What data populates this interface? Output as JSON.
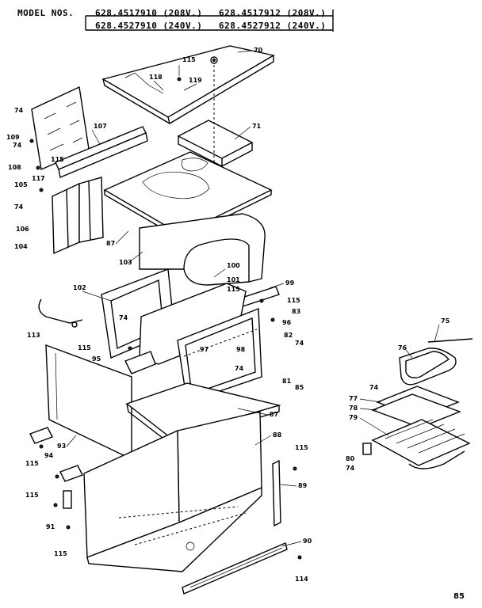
{
  "header": {
    "model_label": "MODEL NOS.",
    "models": [
      "628.4517910 (208V.)",
      "628.4517912 (208V.)",
      "628.4527910 (240V.)",
      "628.4527912 (240V.)"
    ]
  },
  "page_number": "85",
  "callouts": [
    "70",
    "71",
    "74",
    "75",
    "76",
    "77",
    "78",
    "79",
    "80",
    "81",
    "82",
    "83",
    "85",
    "87",
    "88",
    "89",
    "90",
    "91",
    "93",
    "94",
    "95",
    "96",
    "97",
    "98",
    "99",
    "100",
    "101",
    "102",
    "103",
    "104",
    "105",
    "106",
    "107",
    "108",
    "109",
    "113",
    "114",
    "115",
    "117",
    "118",
    "119"
  ]
}
